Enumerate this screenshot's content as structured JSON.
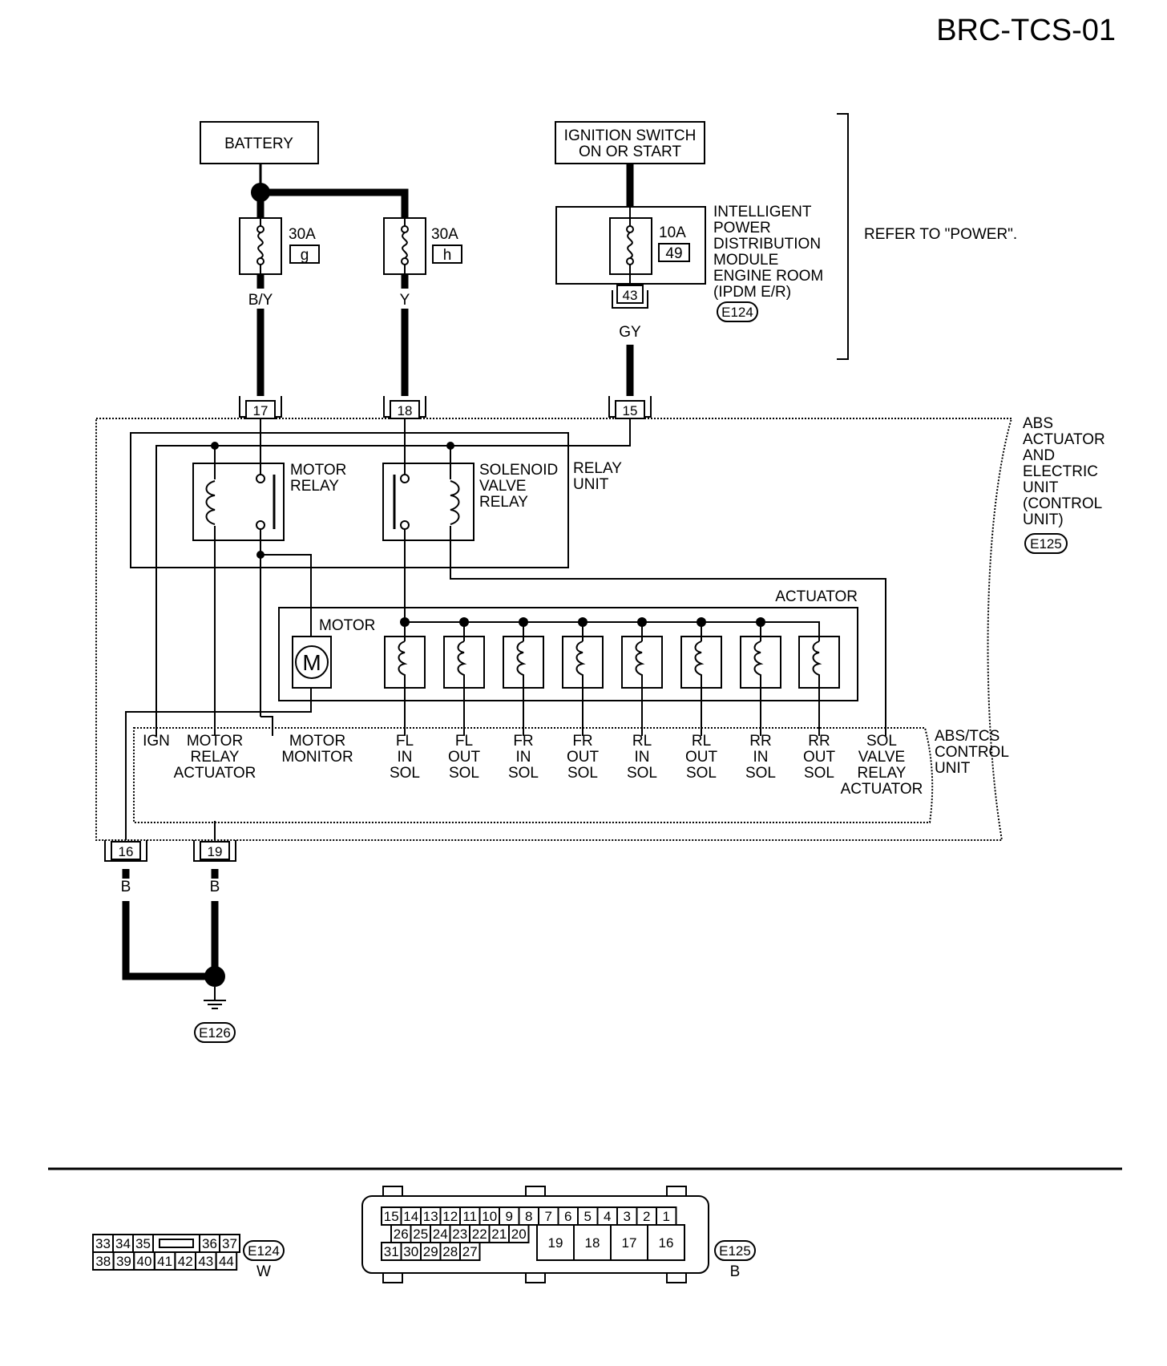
{
  "page_code": "BRC-TCS-01",
  "battery": "BATTERY",
  "ignition": [
    "IGNITION SWITCH",
    "ON OR START"
  ],
  "fuses": [
    {
      "amps": "30A",
      "id": "g"
    },
    {
      "amps": "30A",
      "id": "h"
    },
    {
      "amps": "10A",
      "id": "49"
    }
  ],
  "ipdm_lines": [
    "INTELLIGENT",
    "POWER",
    "DISTRIBUTION",
    "MODULE",
    "ENGINE ROOM",
    "(IPDM E/R)"
  ],
  "ipdm_connector": "E124",
  "ipdm_pin": "43",
  "refer": "REFER TO \"POWER\".",
  "wires": {
    "by": "B/Y",
    "y": "Y",
    "gy": "GY",
    "b1": "B",
    "b2": "B"
  },
  "pins": {
    "p17": "17",
    "p18": "18",
    "p15": "15",
    "p16": "16",
    "p19": "19"
  },
  "abs_unit_lines": [
    "ABS",
    "ACTUATOR",
    "AND",
    "ELECTRIC",
    "UNIT",
    "(CONTROL",
    "UNIT)"
  ],
  "abs_connector": "E125",
  "motor_relay": [
    "MOTOR",
    "RELAY"
  ],
  "solenoid_relay": [
    "SOLENOID",
    "VALVE",
    "RELAY"
  ],
  "relay_unit": [
    "RELAY",
    "UNIT"
  ],
  "actuator": "ACTUATOR",
  "motor": "MOTOR",
  "motor_symbol": "M",
  "control_unit": [
    "ABS/TCS",
    "CONTROL",
    "UNIT"
  ],
  "terminals": [
    {
      "lines": [
        "IGN"
      ]
    },
    {
      "lines": [
        "MOTOR",
        "RELAY",
        "ACTUATOR"
      ]
    },
    {
      "lines": [
        "MOTOR",
        "MONITOR"
      ]
    },
    {
      "lines": [
        "FL",
        "IN",
        "SOL"
      ]
    },
    {
      "lines": [
        "FL",
        "OUT",
        "SOL"
      ]
    },
    {
      "lines": [
        "FR",
        "IN",
        "SOL"
      ]
    },
    {
      "lines": [
        "FR",
        "OUT",
        "SOL"
      ]
    },
    {
      "lines": [
        "RL",
        "IN",
        "SOL"
      ]
    },
    {
      "lines": [
        "RL",
        "OUT",
        "SOL"
      ]
    },
    {
      "lines": [
        "RR",
        "IN",
        "SOL"
      ]
    },
    {
      "lines": [
        "RR",
        "OUT",
        "SOL"
      ]
    },
    {
      "lines": [
        "SOL",
        "VALVE",
        "RELAY",
        "ACTUATOR"
      ]
    }
  ],
  "ground_connector": "E126",
  "face_e124": {
    "name": "E124",
    "color": "W",
    "row1": [
      "33",
      "34",
      "35",
      "",
      "36",
      "37"
    ],
    "row2": [
      "38",
      "39",
      "40",
      "41",
      "42",
      "43",
      "44"
    ]
  },
  "face_e125": {
    "name": "E125",
    "color": "B",
    "row1": [
      "15",
      "14",
      "13",
      "12",
      "11",
      "10",
      "9",
      "8",
      "7",
      "6",
      "5",
      "4",
      "3",
      "2",
      "1"
    ],
    "row2": [
      "26",
      "25",
      "24",
      "23",
      "22",
      "21",
      "20"
    ],
    "row3": [
      "31",
      "30",
      "29",
      "28",
      "27"
    ],
    "big": [
      "19",
      "18",
      "17",
      "16"
    ]
  }
}
